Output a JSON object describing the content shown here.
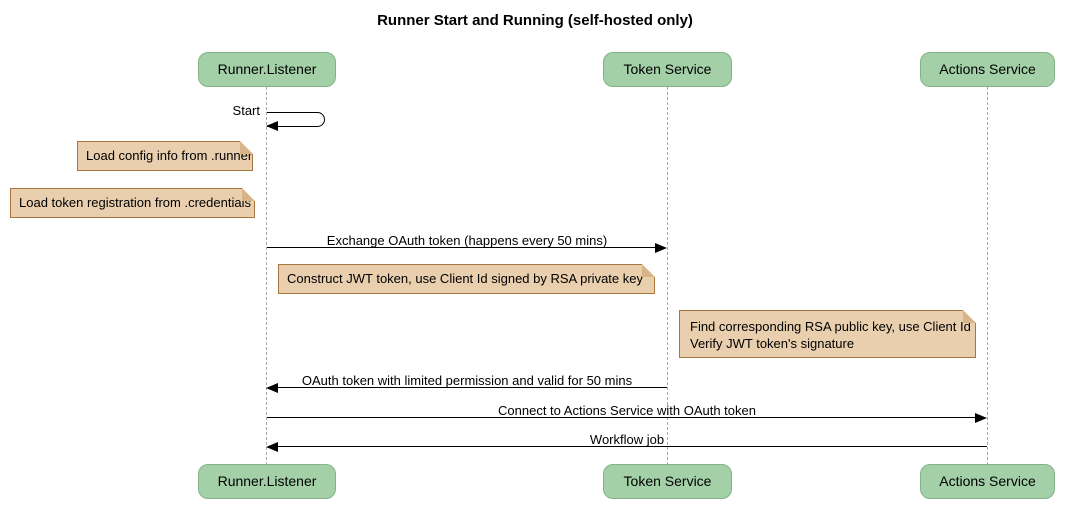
{
  "title": "Runner Start and Running (self-hosted only)",
  "participants": [
    {
      "name": "Runner.Listener"
    },
    {
      "name": "Token Service"
    },
    {
      "name": "Actions Service"
    }
  ],
  "messages": [
    {
      "label": "Start",
      "from": "Runner.Listener",
      "to": "Runner.Listener",
      "direction": "self"
    },
    {
      "label": "Exchange OAuth token (happens every 50 mins)",
      "from": "Runner.Listener",
      "to": "Token Service",
      "direction": "right"
    },
    {
      "label": "OAuth token with limited permission and valid for 50 mins",
      "from": "Token Service",
      "to": "Runner.Listener",
      "direction": "left"
    },
    {
      "label": "Connect to Actions Service with OAuth token",
      "from": "Runner.Listener",
      "to": "Actions Service",
      "direction": "right"
    },
    {
      "label": "Workflow job",
      "from": "Actions Service",
      "to": "Runner.Listener",
      "direction": "left"
    }
  ],
  "notes": [
    {
      "text": "Load config info from .runner",
      "anchor": "Runner.Listener"
    },
    {
      "text": "Load token registration from .credentials",
      "anchor": "Runner.Listener"
    },
    {
      "text": "Construct JWT token, use Client Id signed by RSA private key",
      "anchor": "Token Service"
    },
    {
      "lines": [
        "Find corresponding RSA public key, use Client Id",
        "Verify JWT token's signature"
      ],
      "anchor": "Actions Service"
    }
  ],
  "colors": {
    "participant-fill": "#a3d0a7",
    "participant-border": "#84b389",
    "note-fill": "#e9cfae",
    "note-border": "#a6783f",
    "note-fold": "#d8b488",
    "lifeline": "#a8a8a8",
    "arrow": "#000000"
  }
}
